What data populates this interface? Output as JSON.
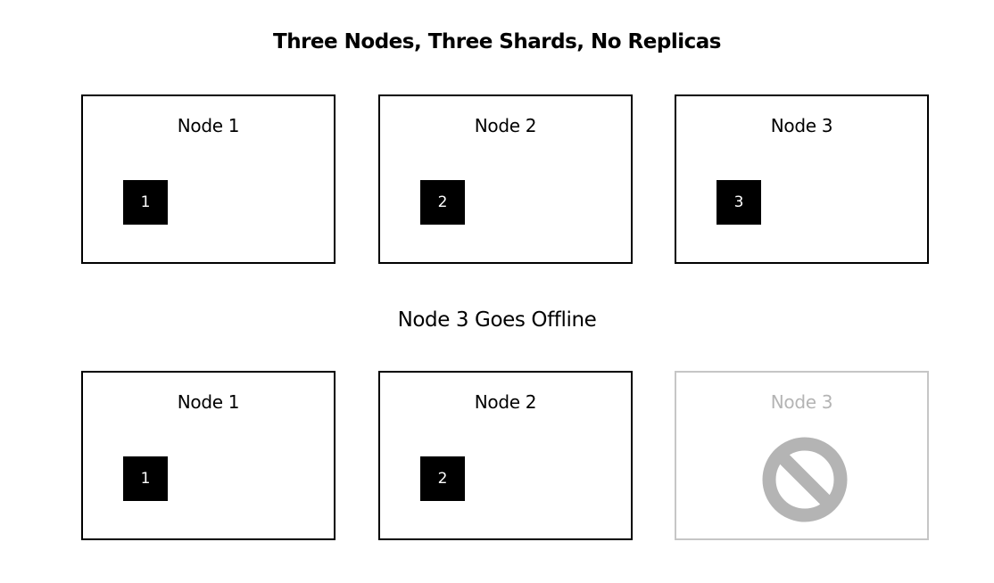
{
  "title": "Three Nodes, Three Shards, No Replicas",
  "before": {
    "nodes": [
      {
        "label": "Node 1",
        "shard": "1"
      },
      {
        "label": "Node 2",
        "shard": "2"
      },
      {
        "label": "Node 3",
        "shard": "3"
      }
    ]
  },
  "transition_label": "Node 3 Goes Offline",
  "after": {
    "nodes": [
      {
        "label": "Node 1",
        "shard": "1"
      },
      {
        "label": "Node 2",
        "shard": "2"
      },
      {
        "label": "Node 3",
        "offline_icon": "prohibited-icon"
      }
    ]
  },
  "colors": {
    "shard_fill": "#000000",
    "shard_text": "#ffffff",
    "offline_gray": "#b4b4b4",
    "offline_border": "#c6c6c6"
  }
}
